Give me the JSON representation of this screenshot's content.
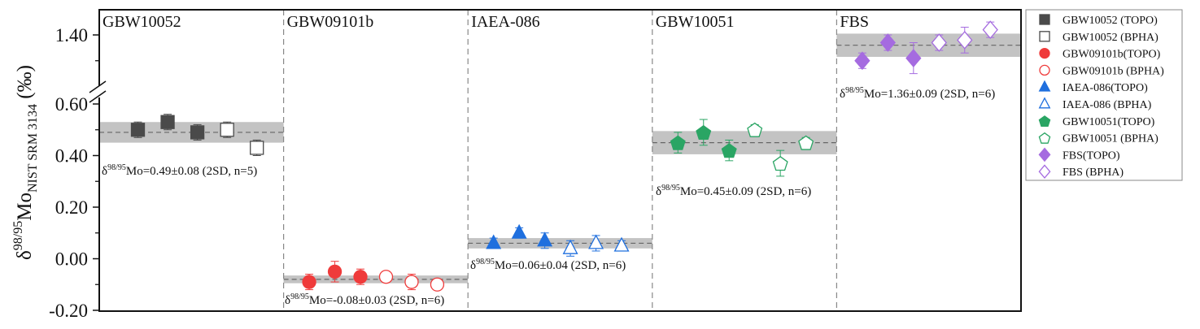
{
  "chart_data": {
    "type": "scatter",
    "title": "",
    "ylabel": {
      "delta": "δ",
      "sup": "98/95",
      "main": "Mo",
      "sub": "NIST SRM 3134",
      "unit": " (‰)"
    },
    "xlabel": "",
    "y_axis_segments": [
      {
        "range": [
          -0.2,
          0.63
        ],
        "ticks": [
          "-0.20",
          "0.00",
          "0.20",
          "0.40",
          "0.60"
        ],
        "minor": [
          -0.1,
          0.1,
          0.3,
          0.5
        ]
      },
      {
        "range": [
          1.17,
          1.5
        ],
        "ticks": [
          "1.40"
        ],
        "minor": [
          1.3
        ]
      }
    ],
    "axis_break": "//",
    "grid": false,
    "legend_position": "right",
    "annotation_prefix": {
      "delta": "δ",
      "sup": "98/95"
    },
    "panels": [
      {
        "name": "GBW10052",
        "color": "#4a4a4a",
        "marker": "square",
        "mean": 0.49,
        "two_sd": 0.08,
        "annotation": "Mo=0.49±0.08 (2SD, n=5)",
        "points": [
          {
            "method": "TOPO",
            "y": 0.5,
            "err": 0.03
          },
          {
            "method": "TOPO",
            "y": 0.53,
            "err": 0.03
          },
          {
            "method": "TOPO",
            "y": 0.49,
            "err": 0.03
          },
          {
            "method": "BPHA",
            "y": 0.5,
            "err": 0.03
          },
          {
            "method": "BPHA",
            "y": 0.43,
            "err": 0.03
          }
        ]
      },
      {
        "name": "GBW09101b",
        "color": "#ef3b3b",
        "marker": "circle",
        "mean": -0.08,
        "two_sd": 0.03,
        "annotation": "Mo=-0.08±0.03 (2SD, n=6)",
        "points": [
          {
            "method": "TOPO",
            "y": -0.09,
            "err": 0.03
          },
          {
            "method": "TOPO",
            "y": -0.05,
            "err": 0.04
          },
          {
            "method": "TOPO",
            "y": -0.07,
            "err": 0.03
          },
          {
            "method": "BPHA",
            "y": -0.07,
            "err": 0.02
          },
          {
            "method": "BPHA",
            "y": -0.09,
            "err": 0.03
          },
          {
            "method": "BPHA",
            "y": -0.1,
            "err": 0.02
          }
        ]
      },
      {
        "name": "IAEA-086",
        "color": "#1f6fde",
        "marker": "triangle",
        "mean": 0.06,
        "two_sd": 0.04,
        "annotation": "Mo=0.06±0.04 (2SD, n=6)",
        "points": [
          {
            "method": "TOPO",
            "y": 0.06,
            "err": 0.02
          },
          {
            "method": "TOPO",
            "y": 0.1,
            "err": 0.02
          },
          {
            "method": "TOPO",
            "y": 0.07,
            "err": 0.03
          },
          {
            "method": "BPHA",
            "y": 0.04,
            "err": 0.03
          },
          {
            "method": "BPHA",
            "y": 0.06,
            "err": 0.03
          },
          {
            "method": "BPHA",
            "y": 0.05,
            "err": 0.02
          }
        ]
      },
      {
        "name": "GBW10051",
        "color": "#2aa564",
        "marker": "pentagon",
        "mean": 0.45,
        "two_sd": 0.09,
        "annotation": "Mo=0.45±0.09 (2SD, n=6)",
        "points": [
          {
            "method": "TOPO",
            "y": 0.45,
            "err": 0.04
          },
          {
            "method": "TOPO",
            "y": 0.49,
            "err": 0.05
          },
          {
            "method": "TOPO",
            "y": 0.42,
            "err": 0.04
          },
          {
            "method": "BPHA",
            "y": 0.5,
            "err": 0.02
          },
          {
            "method": "BPHA",
            "y": 0.37,
            "err": 0.05
          },
          {
            "method": "BPHA",
            "y": 0.45,
            "err": 0.02
          }
        ]
      },
      {
        "name": "FBS",
        "color": "#a56be0",
        "marker": "diamond",
        "mean": 1.36,
        "two_sd": 0.09,
        "annotation": "Mo=1.36±0.09 (2SD, n=6)",
        "points": [
          {
            "method": "TOPO",
            "y": 1.3,
            "err": 0.03
          },
          {
            "method": "TOPO",
            "y": 1.37,
            "err": 0.03
          },
          {
            "method": "TOPO",
            "y": 1.31,
            "err": 0.06
          },
          {
            "method": "BPHA",
            "y": 1.37,
            "err": 0.03
          },
          {
            "method": "BPHA",
            "y": 1.38,
            "err": 0.05
          },
          {
            "method": "BPHA",
            "y": 1.42,
            "err": 0.03
          }
        ]
      }
    ],
    "legend": [
      {
        "label": "GBW10052 (TOPO)",
        "marker": "square",
        "color": "#4a4a4a",
        "filled": true
      },
      {
        "label": "GBW10052 (BPHA)",
        "marker": "square",
        "color": "#4a4a4a",
        "filled": false
      },
      {
        "label": "GBW09101b(TOPO)",
        "marker": "circle",
        "color": "#ef3b3b",
        "filled": true
      },
      {
        "label": "GBW09101b (BPHA)",
        "marker": "circle",
        "color": "#ef3b3b",
        "filled": false
      },
      {
        "label": "IAEA-086(TOPO)",
        "marker": "triangle",
        "color": "#1f6fde",
        "filled": true
      },
      {
        "label": "IAEA-086 (BPHA)",
        "marker": "triangle",
        "color": "#1f6fde",
        "filled": false
      },
      {
        "label": "GBW10051(TOPO)",
        "marker": "pentagon",
        "color": "#2aa564",
        "filled": true
      },
      {
        "label": "GBW10051 (BPHA)",
        "marker": "pentagon",
        "color": "#2aa564",
        "filled": false
      },
      {
        "label": "FBS(TOPO)",
        "marker": "diamond",
        "color": "#a56be0",
        "filled": true
      },
      {
        "label": "FBS (BPHA)",
        "marker": "diamond",
        "color": "#a56be0",
        "filled": false
      }
    ]
  }
}
